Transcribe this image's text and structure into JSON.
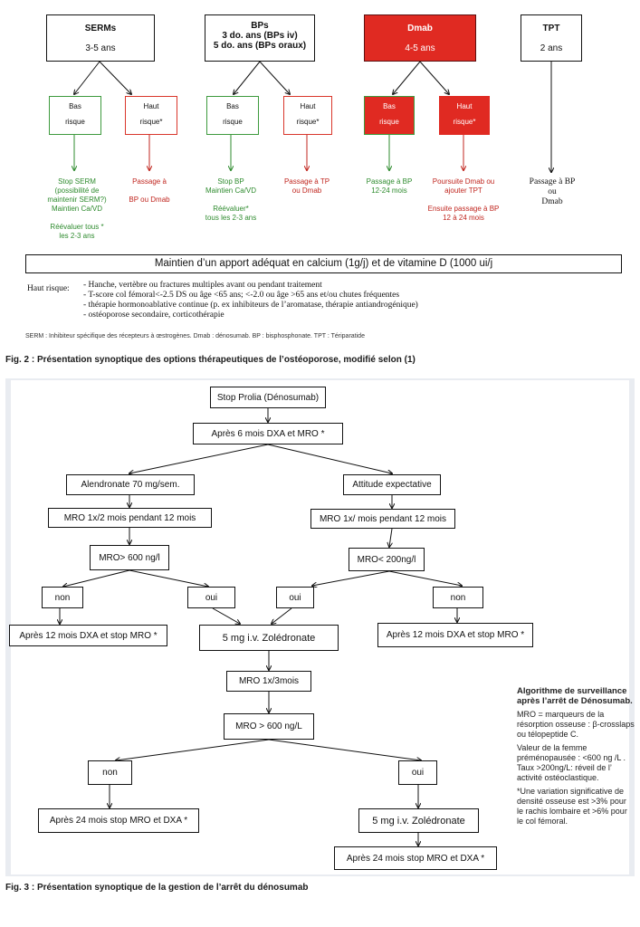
{
  "fig2": {
    "headers": {
      "serms": {
        "title": "SERMs",
        "sub": "3-5 ans"
      },
      "bps": {
        "title": "BPs",
        "line2": "3 do. ans (BPs iv)",
        "line3": "5 do. ans (BPs oraux)"
      },
      "dmab": {
        "title": "Dmab",
        "sub": "4-5 ans"
      },
      "tpt": {
        "title": "TPT",
        "sub": "2 ans"
      }
    },
    "risk": {
      "low1": "Bas",
      "low2": "risque",
      "high1": "Haut",
      "high2": "risque*"
    },
    "outcomes": {
      "serm_low": [
        "Stop SERM",
        "(possibilité de",
        "maintenir SERM?)",
        "Maintien Ca/VD",
        "",
        "Réévaluer tous *",
        "les  2-3 ans"
      ],
      "serm_high": [
        "Passage à",
        "",
        "BP ou Dmab"
      ],
      "bp_low": [
        "Stop BP",
        "Maintien Ca/VD",
        "",
        "Réévaluer*",
        "tous  les 2-3 ans"
      ],
      "bp_high": [
        "Passage à TP",
        "ou Dmab"
      ],
      "dmab_low": [
        "Passage à BP",
        "12-24 mois"
      ],
      "dmab_high": [
        "Poursuite Dmab ou",
        "ajouter TPT",
        "",
        "Ensuite passage à BP",
        "12 à 24 mois"
      ],
      "tpt": [
        "Passage à BP",
        "ou",
        "Dmab"
      ]
    },
    "maintenance": "Maintien d’un apport adéquat en calcium (1g/j) et de vitamine D (1000 ui/j",
    "haut_risque_label": "Haut risque:",
    "haut_risque_items": [
      "- Hanche, vertèbre ou fractures multiples avant ou pendant traitement",
      "- T-score col fémoral<-2.5 DS ou âge <65 ans; <-2.0 ou âge >65 ans  et/ou chutes fréquentes",
      "- thérapie hormonoablative continue (p. ex inhibiteurs de l’aromatase, thérapie antiandrogénique)",
      "- ostéoporose secondaire, corticothérapie"
    ],
    "abbrev": "SERM : Inhibiteur spécifique des récepteurs à œstrogènes. Dmab : dénosumab. BP : bisphosphonate. TPT : Tériparatide",
    "caption": "Fig. 2 : Présentation synoptique des options thérapeutiques de l’ostéoporose, modifié selon (1)"
  },
  "fig3": {
    "start": "Stop Prolia (Dénosumab)",
    "after6": "Après 6 mois  DXA et MRO *",
    "alendronate": "Alendronate 70 mg/sem.",
    "expectative": "Attitude expectative",
    "mro_2mois": "MRO 1x/2 mois pendant 12 mois",
    "mro_1mois": "MRO 1x/ mois pendant 12 mois",
    "mro_gt600": "MRO> 600 ng/l",
    "mro_lt200": "MRO< 200ng/l",
    "non": "non",
    "oui": "oui",
    "stop12_left": "Après 12 mois DXA et stop MRO *",
    "stop12_right": "Après 12 mois DXA et stop MRO *",
    "zol1": "5 mg i.v. Zolédronate",
    "mro_3mois": "MRO 1x/3mois",
    "mro_gt600b": "MRO > 600 ng/L",
    "stop24_left": "Après 24 mois stop MRO et DXA *",
    "zol2": "5 mg i.v. Zolédronate",
    "stop24_right": "Après 24 mois stop MRO et DXA *",
    "legend": {
      "title": "Algorithme de surveillance après l’arrêt de Dénosumab.",
      "p1": "MRO = marqueurs de la résorption osseuse : β-crosslaps ou télopeptide C.",
      "p2": "Valeur de la femme préménopausée : <600 ng /L . Taux  >200ng/L: réveil de l’ activité ostéoclastique.",
      "p3": "*Une variation  significative de densité osseuse est >3% pour le rachis lombaire et >6% pour le col fémoral."
    },
    "caption": "Fig. 3 : Présentation synoptique de la gestion de l’arrêt du dénosumab"
  }
}
